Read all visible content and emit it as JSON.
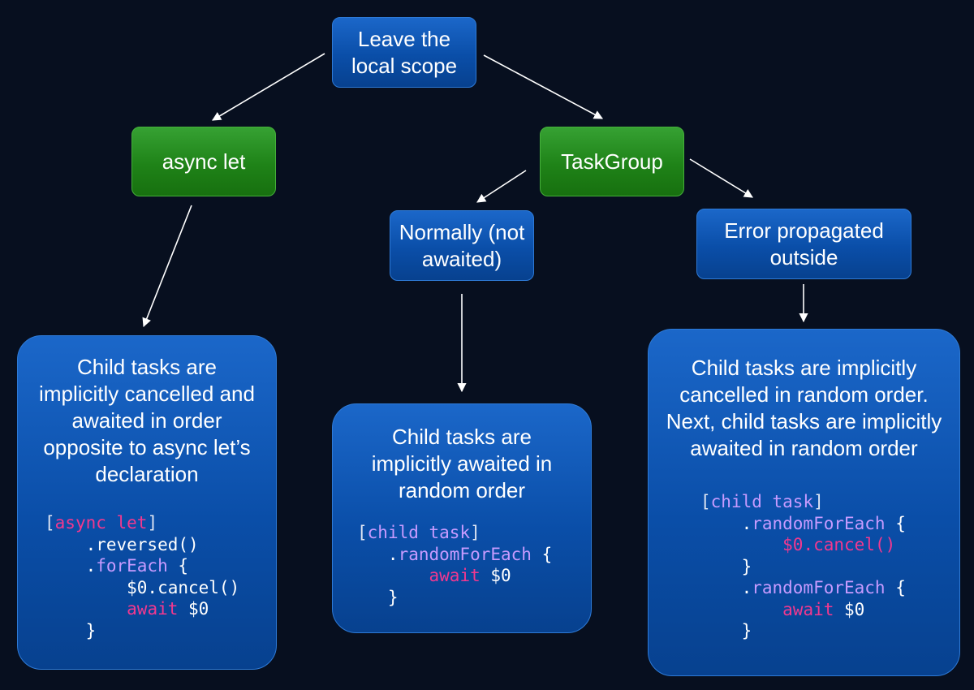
{
  "nodes": {
    "root": {
      "lines": [
        "Leave the",
        "local scope"
      ]
    },
    "async_let": {
      "label": "async let"
    },
    "task_group": {
      "label": "TaskGroup"
    },
    "normally": {
      "lines": [
        "Normally (not",
        "awaited)"
      ]
    },
    "error": {
      "lines": [
        "Error propagated",
        "outside"
      ]
    }
  },
  "results": {
    "async_let": {
      "lines": [
        "Child tasks are",
        "implicitly cancelled and",
        "awaited in order",
        "opposite to async let’s",
        "declaration"
      ],
      "code": [
        [
          {
            "t": "[",
            "c": "bracket"
          },
          {
            "t": "async let",
            "c": "kw"
          },
          {
            "t": "]",
            "c": "bracket"
          }
        ],
        [
          {
            "t": "    .reversed()",
            "c": "plain"
          }
        ],
        [
          {
            "t": "    .",
            "c": "plain"
          },
          {
            "t": "forEach",
            "c": "var"
          },
          {
            "t": " {",
            "c": "plain"
          }
        ],
        [
          {
            "t": "        $0.cancel()",
            "c": "plain"
          }
        ],
        [
          {
            "t": "        ",
            "c": "plain"
          },
          {
            "t": "await",
            "c": "kw"
          },
          {
            "t": " $0",
            "c": "plain"
          }
        ],
        [
          {
            "t": "    }",
            "c": "plain"
          }
        ]
      ]
    },
    "normally": {
      "lines": [
        "Child tasks are",
        "implicitly awaited in",
        "random order"
      ],
      "code": [
        [
          {
            "t": "[",
            "c": "bracket"
          },
          {
            "t": "child task",
            "c": "var"
          },
          {
            "t": "]",
            "c": "bracket"
          }
        ],
        [
          {
            "t": "   .",
            "c": "plain"
          },
          {
            "t": "randomForEach",
            "c": "var"
          },
          {
            "t": " {",
            "c": "plain"
          }
        ],
        [
          {
            "t": "       ",
            "c": "plain"
          },
          {
            "t": "await",
            "c": "kw"
          },
          {
            "t": " $0",
            "c": "plain"
          }
        ],
        [
          {
            "t": "   }",
            "c": "plain"
          }
        ]
      ]
    },
    "error": {
      "lines": [
        "Child tasks are implicitly",
        "cancelled in random order.",
        "Next, child tasks are implicitly",
        "awaited in random order"
      ],
      "code": [
        [
          {
            "t": "[",
            "c": "bracket"
          },
          {
            "t": "child task",
            "c": "var"
          },
          {
            "t": "]",
            "c": "bracket"
          }
        ],
        [
          {
            "t": "    .",
            "c": "plain"
          },
          {
            "t": "randomForEach",
            "c": "var"
          },
          {
            "t": " {",
            "c": "plain"
          }
        ],
        [
          {
            "t": "        ",
            "c": "plain"
          },
          {
            "t": "$0.cancel()",
            "c": "kw"
          }
        ],
        [
          {
            "t": "    }",
            "c": "plain"
          }
        ],
        [
          {
            "t": "    .",
            "c": "plain"
          },
          {
            "t": "randomForEach",
            "c": "var"
          },
          {
            "t": " {",
            "c": "plain"
          }
        ],
        [
          {
            "t": "        ",
            "c": "plain"
          },
          {
            "t": "await",
            "c": "kw"
          },
          {
            "t": " $0",
            "c": "plain"
          }
        ],
        [
          {
            "t": "    }",
            "c": "plain"
          }
        ]
      ]
    }
  },
  "colors": {
    "background": "#070f1f",
    "blue_node": "#0a4ea8",
    "green_node": "#1f8318",
    "keyword": "#f2388f",
    "identifier": "#c79bff",
    "arrow": "#ffffff"
  }
}
